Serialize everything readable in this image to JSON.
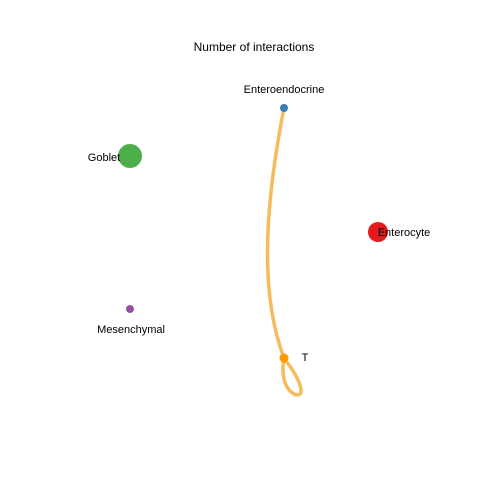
{
  "title": "Number of interactions",
  "nodes": [
    {
      "id": "enteroendocrine",
      "label": "Enteroendocrine",
      "color": "#377EB8"
    },
    {
      "id": "goblet",
      "label": "Goblet",
      "color": "#4DAF4A"
    },
    {
      "id": "enterocyte",
      "label": "Enterocyte",
      "color": "#E41A1C"
    },
    {
      "id": "mesenchymal",
      "label": "Mesenchymal",
      "color": "#984EA3"
    },
    {
      "id": "t",
      "label": "T",
      "color": "#FF9900"
    }
  ],
  "edges": [
    {
      "from": "t",
      "to": "enteroendocrine",
      "color": "#F5B44A"
    },
    {
      "from": "t",
      "to": "t",
      "color": "#F5B44A"
    }
  ]
}
